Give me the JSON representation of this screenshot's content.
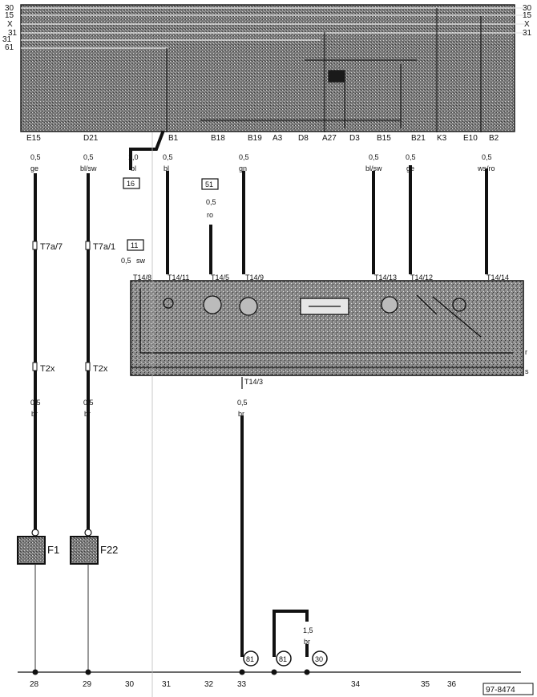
{
  "rails": {
    "left": [
      "30",
      "15",
      "X",
      "31",
      "31",
      "61"
    ],
    "right": [
      "30",
      "15",
      "X",
      "31"
    ]
  },
  "connectors_top": [
    "E15",
    "D21",
    "B1",
    "B18",
    "B19",
    "A3",
    "D8",
    "A27",
    "D3",
    "B15",
    "B21",
    "K3",
    "E10",
    "B2"
  ],
  "wires": [
    {
      "size": "0,5",
      "color": "ge"
    },
    {
      "size": "0,5",
      "color": "bl/sw"
    },
    {
      "size": "1,0",
      "color": "bl"
    },
    {
      "size": "0,5",
      "color": "bl"
    },
    {
      "size": "0,5",
      "color": "gn"
    },
    {
      "size": "0,5",
      "color": "bl/sw"
    },
    {
      "size": "0,5",
      "color": "ge"
    },
    {
      "size": "0,5",
      "color": "ws/ro"
    }
  ],
  "boxes": {
    "b16": "16",
    "b51": "51",
    "b11": "11"
  },
  "wire_51": {
    "size": "0,5",
    "color": "ro"
  },
  "wire_11": {
    "size": "0,5",
    "color": "sw"
  },
  "connector_t7a": [
    "T7a/7",
    "T7a/1"
  ],
  "connector_t2x": [
    "T2x",
    "T2x"
  ],
  "t14": [
    "T14/8",
    "T14/11",
    "T14/5",
    "T14/9",
    "T14/13",
    "T14/12",
    "T14/14",
    "T14/3"
  ],
  "module_side": [
    "r",
    "s"
  ],
  "lower_wires": [
    {
      "size": "0,5",
      "color": "br"
    },
    {
      "size": "0,5",
      "color": "br"
    },
    {
      "size": "0,5",
      "color": "br"
    },
    {
      "size": "1,5",
      "color": "br"
    }
  ],
  "fuses": [
    "F1",
    "F22"
  ],
  "ground_circles": [
    "81",
    "81",
    "30"
  ],
  "bottom_numbers": [
    "28",
    "29",
    "30",
    "31",
    "32",
    "33",
    "34",
    "35",
    "36"
  ],
  "ref_code": "97-8474"
}
